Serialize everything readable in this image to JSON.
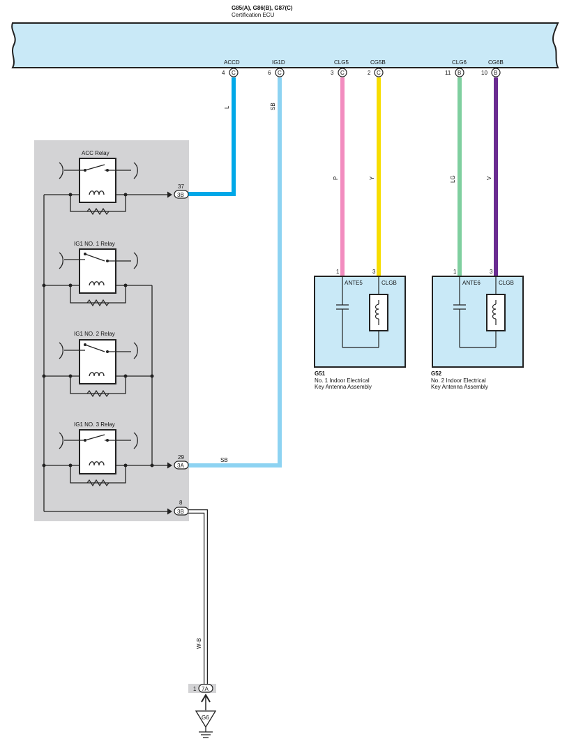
{
  "ecu": {
    "code": "G85(A), G86(B), G87(C)",
    "name": "Certification ECU",
    "pins": [
      {
        "name": "ACCD",
        "num": "4",
        "conn": "C"
      },
      {
        "name": "IG1D",
        "num": "6",
        "conn": "C"
      },
      {
        "name": "CLG5",
        "num": "3",
        "conn": "C"
      },
      {
        "name": "CG5B",
        "num": "2",
        "conn": "C"
      },
      {
        "name": "CLG6",
        "num": "11",
        "conn": "B"
      },
      {
        "name": "CG6B",
        "num": "10",
        "conn": "B"
      }
    ]
  },
  "wires": [
    {
      "label": "L",
      "color": "#00a8e8"
    },
    {
      "label": "SB",
      "color": "#8dd3f2"
    },
    {
      "label": "P",
      "color": "#f28cbf"
    },
    {
      "label": "Y",
      "color": "#f7dd00"
    },
    {
      "label": "LG",
      "color": "#7fcf9f"
    },
    {
      "label": "V",
      "color": "#6a2c91"
    }
  ],
  "sb_horizontal_label": "SB",
  "ground_wire": {
    "label": "W-B"
  },
  "relays": [
    {
      "name": "ACC Relay"
    },
    {
      "name": "IG1 NO. 1 Relay"
    },
    {
      "name": "IG1 NO. 2 Relay"
    },
    {
      "name": "IG1 NO. 3 Relay"
    }
  ],
  "relay_block_terminals": [
    {
      "num": "37",
      "conn": "3B"
    },
    {
      "num": "29",
      "conn": "3A"
    },
    {
      "num": "8",
      "conn": "3B"
    }
  ],
  "antennas": [
    {
      "code": "G51",
      "line1": "No.  1 Indoor Electrical",
      "line2": "Key Antenna Assembly",
      "left_label": "ANTE5",
      "right_label": "CLGB",
      "pin_left": "1",
      "pin_right": "3"
    },
    {
      "code": "G52",
      "line1": "No.  2 Indoor Electrical",
      "line2": "Key Antenna Assembly",
      "left_label": "ANTE6",
      "right_label": "CLGB",
      "pin_left": "1",
      "pin_right": "3"
    }
  ],
  "junction": {
    "num": "1",
    "conn": "7A"
  },
  "ground": {
    "code": "G6"
  },
  "colors": {
    "ecu_fill": "#c9e9f7",
    "relay_panel": "#d3d3d5",
    "antenna_fill": "#c9e9f7",
    "wire_wb": "#ffffff"
  }
}
